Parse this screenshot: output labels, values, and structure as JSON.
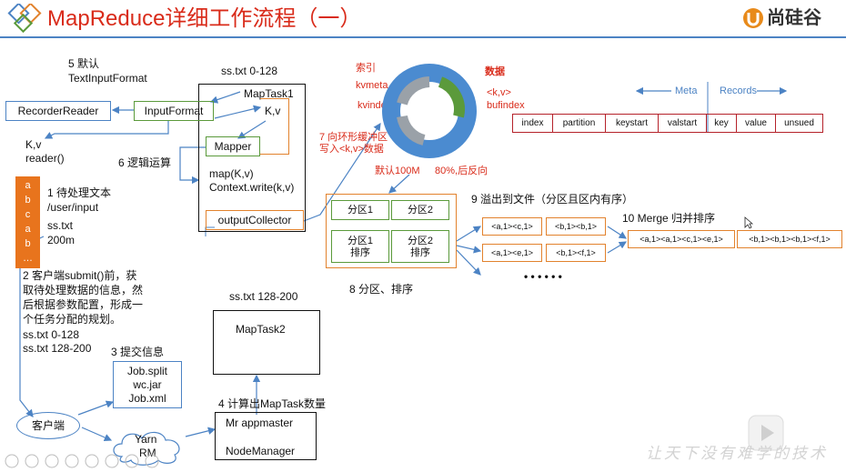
{
  "header": {
    "title": "MapReduce详细工作流程（一）",
    "brand": "尚硅谷",
    "accent_color": "#d92b1a",
    "rule_color": "#4c83c4"
  },
  "steps": {
    "s5": "5 默认",
    "s5b": "TextInputFormat",
    "s6": "6 逻辑运算",
    "s1": "1 待处理文本",
    "s1b": "/user/input",
    "s1c": "ss.txt",
    "s1d": "200m",
    "s2": [
      "2 客户端submit()前，获",
      "取待处理数据的信息，然",
      "后根据参数配置，形成一",
      "个任务分配的规划。"
    ],
    "split1": "ss.txt  0-128",
    "split2": "ss.txt  128-200",
    "s3": "3 提交信息",
    "s4": "4 计算出MapTask数量",
    "s7": [
      "7 向环形缓冲区",
      "写入<k,v>数据"
    ],
    "s8": "8 分区、排序",
    "s9": "9 溢出到文件（分区且区内有序）",
    "s10": "10 Merge 归并排序"
  },
  "left": {
    "recorder_reader": "RecorderReader",
    "kv": "K,v",
    "reader": "reader()",
    "file_chars": [
      "a",
      "b",
      "c",
      "a",
      "b",
      "…"
    ],
    "client": "客户端",
    "yarn": "Yarn",
    "rm": "RM",
    "job_files": [
      "Job.split",
      "wc.jar",
      "Job.xml"
    ]
  },
  "maptask1": {
    "label": "ss.txt 0-128",
    "title": "MapTask1",
    "input_format": "InputFormat",
    "kv": "K,v",
    "mapper": "Mapper",
    "map_call": "map(K,v)",
    "context_write": "Context.write(k,v)",
    "output_collector": "outputCollector"
  },
  "maptask2": {
    "label": "ss.txt 128-200",
    "title": "MapTask2"
  },
  "appmaster": {
    "line1": "Mr appmaster",
    "line2": "NodeManager"
  },
  "ring": {
    "index_label": "索引",
    "kvmeta": "kvmeta",
    "kvindex": "kvindex",
    "data_label": "数据",
    "kv_label": "<k,v>",
    "bufindex": "bufindex",
    "default_size": "默认100M",
    "reverse": "80%,后反向"
  },
  "buffer": {
    "meta_label": "Meta",
    "records_label": "Records",
    "cells": [
      "index",
      "partition",
      "keystart",
      "valstart",
      "key",
      "value",
      "unsued"
    ]
  },
  "partitions": {
    "p1": "分区1",
    "p2": "分区2",
    "p1_sorted": [
      "分区1",
      "排序"
    ],
    "p2_sorted": [
      "分区2",
      "排序"
    ]
  },
  "spill": {
    "row1": [
      "<a,1><c,1>",
      "<b,1><b,1>"
    ],
    "row2": [
      "<a,1><e,1>",
      "<b,1><f,1>"
    ],
    "ellipsis": "• • •   • • •"
  },
  "merge": {
    "a_group": "<a,1><a,1><c,1><e,1>",
    "b_group": "<b,1><b,1><b,1><f,1>"
  },
  "footer": {
    "watermark": "让天下没有难学的技术"
  }
}
